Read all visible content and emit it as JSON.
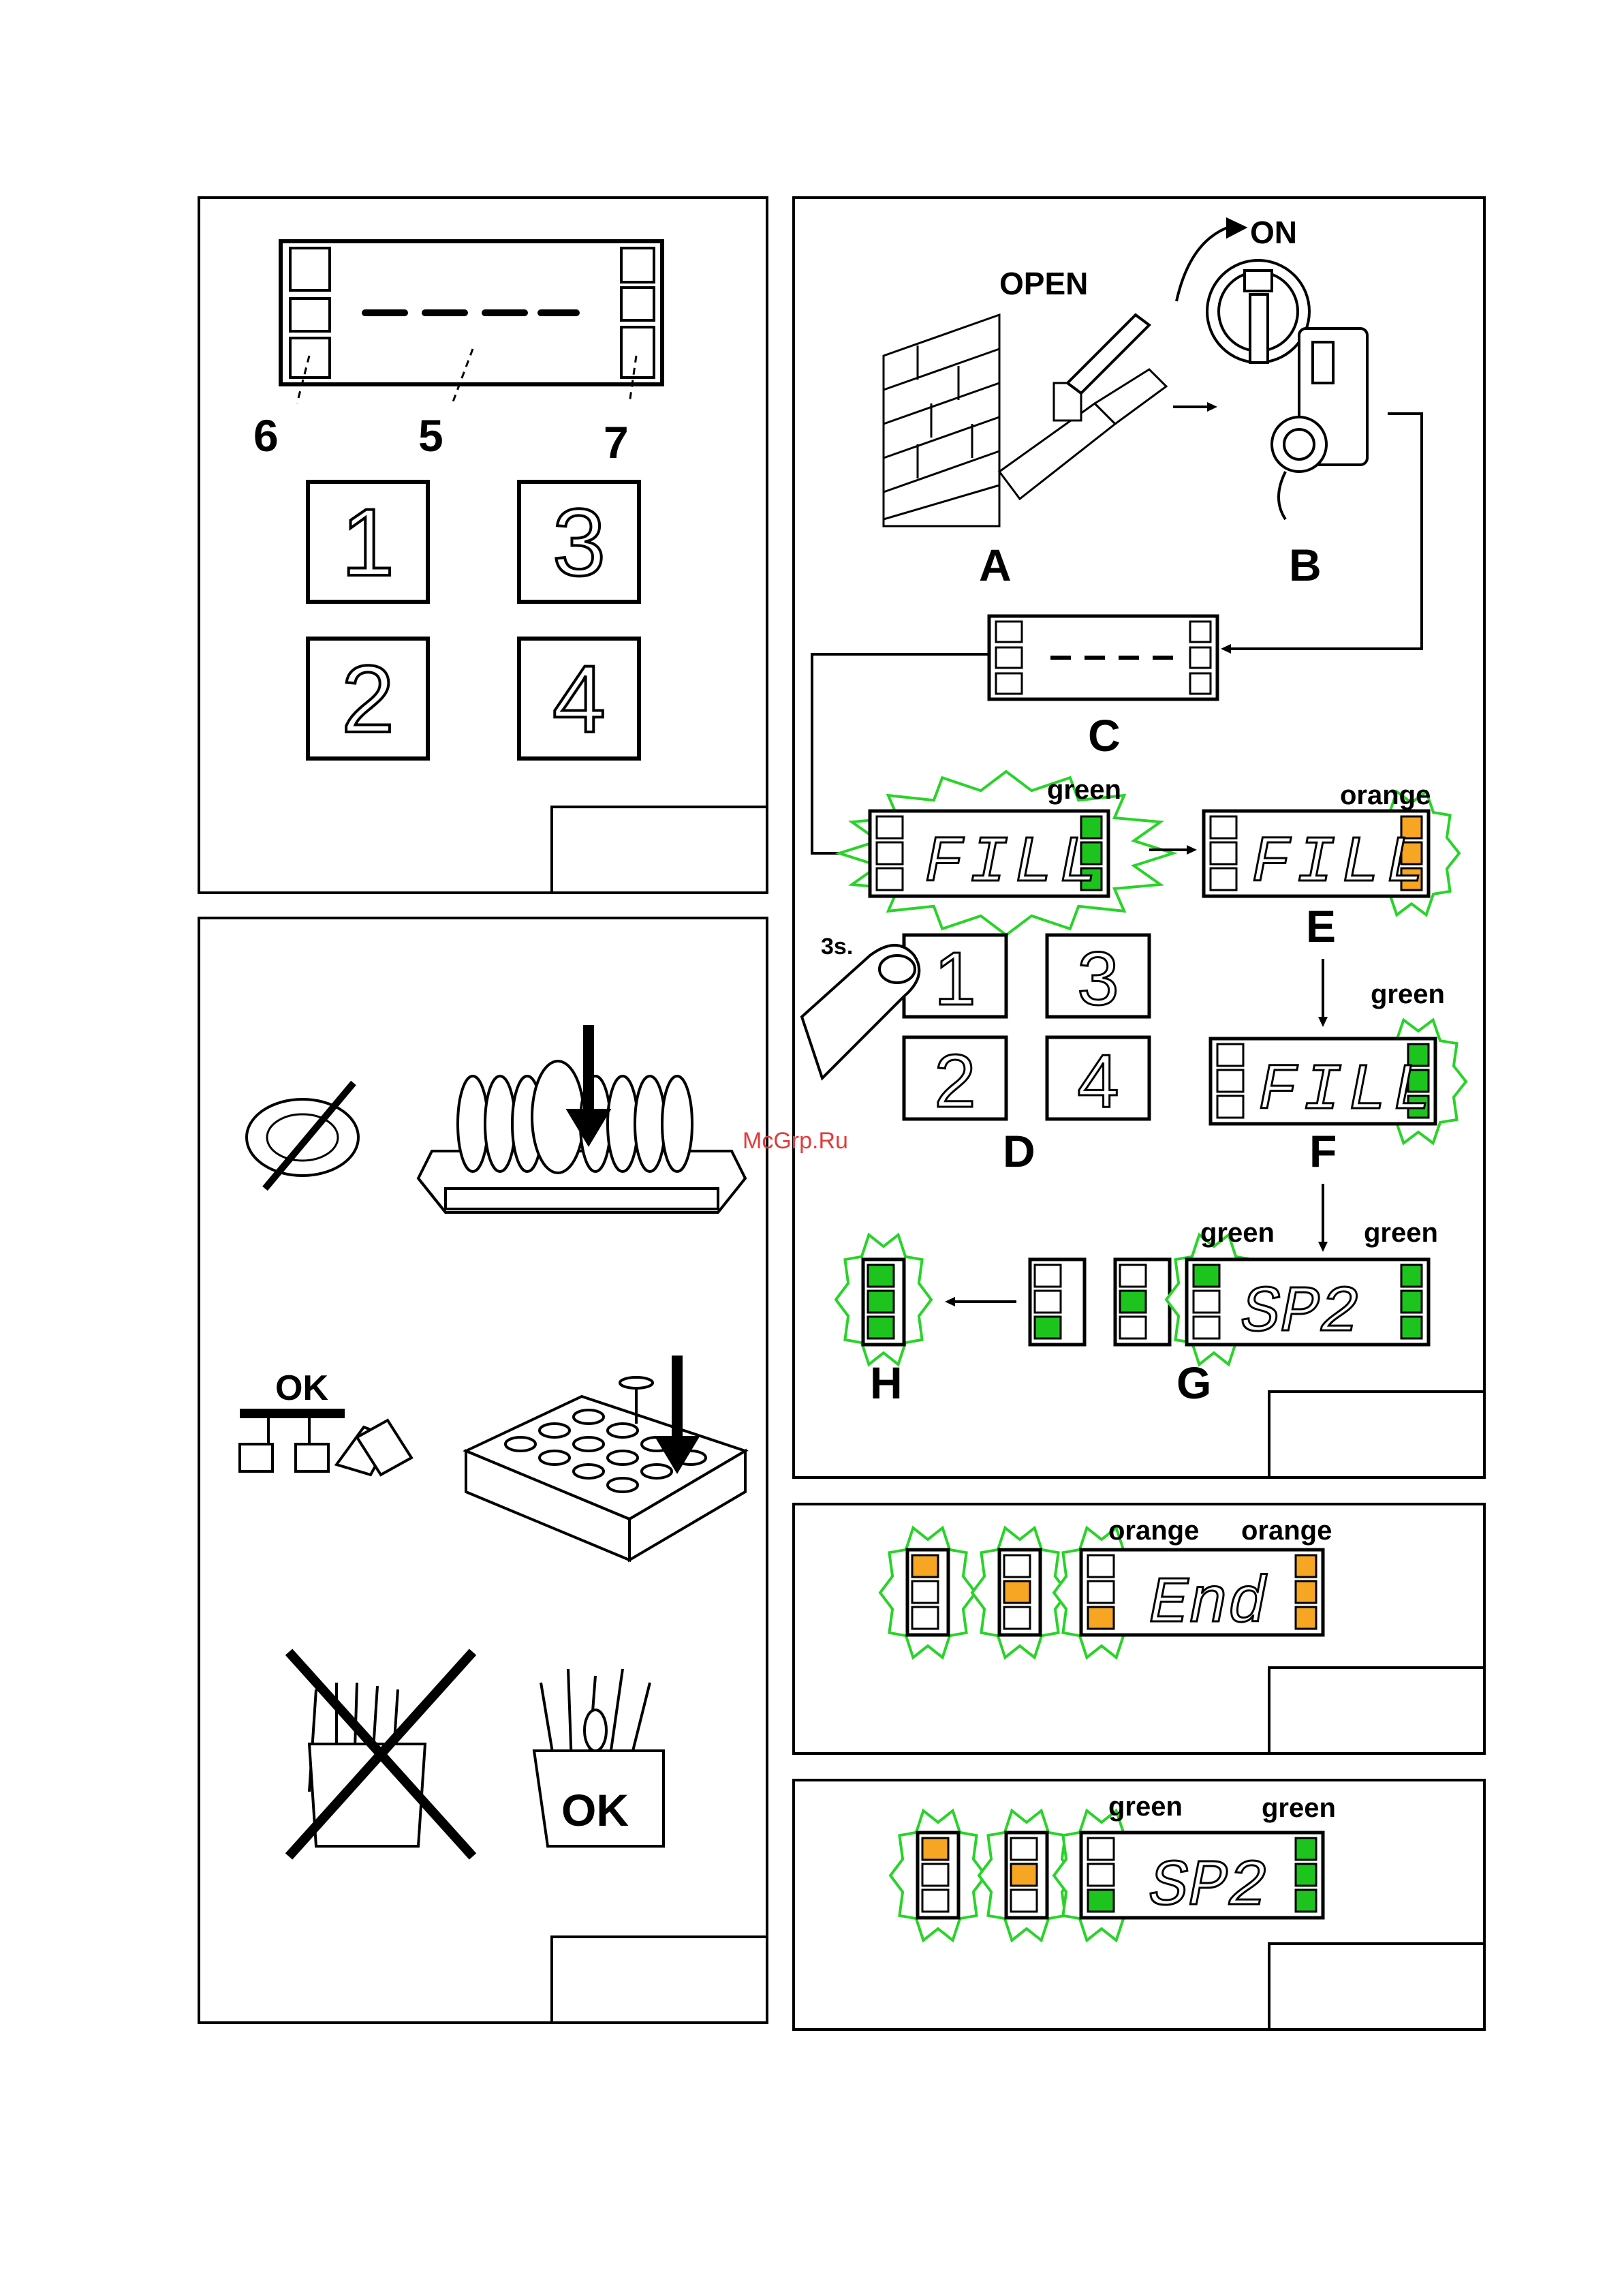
{
  "panel1": {
    "display_text": "- - - -",
    "callouts": [
      "6",
      "5",
      "7"
    ],
    "buttons": [
      "1",
      "3",
      "2",
      "4"
    ]
  },
  "panel2": {
    "ok_labels": [
      "OK",
      "OK"
    ]
  },
  "panel3": {
    "open_label": "OPEN",
    "on_label": "ON",
    "step_labels": [
      "A",
      "B",
      "C",
      "D",
      "E",
      "F",
      "G",
      "H"
    ],
    "press_time": "3s.",
    "displays": {
      "D": {
        "text": "FILL",
        "color_label": "green"
      },
      "E": {
        "text": "FILL",
        "color_label": "orange"
      },
      "F": {
        "text": "FILL",
        "color_label": "green"
      },
      "G": {
        "text": "SP2",
        "left_color_label": "green",
        "right_color_label": "green"
      }
    },
    "buttons": [
      "1",
      "3",
      "2",
      "4"
    ]
  },
  "panel4": {
    "display_text": "End",
    "left_color_label": "orange",
    "right_color_label": "orange"
  },
  "panel5": {
    "display_text": "SP2",
    "left_color_label": "green",
    "right_color_label": "green"
  },
  "watermark": "McGrp.Ru",
  "colors": {
    "green": "#1ec41e",
    "orange": "#f6a623",
    "burst": "#29d329"
  }
}
